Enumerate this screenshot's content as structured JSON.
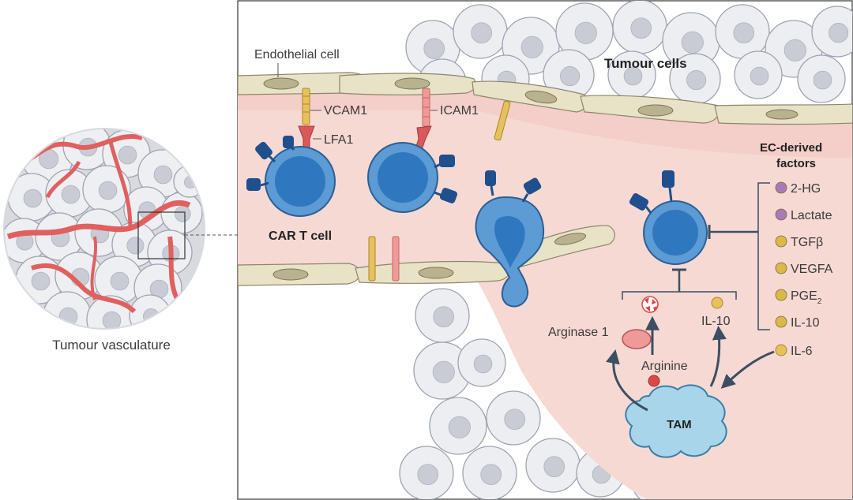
{
  "labels": {
    "tumour_vasculature": "Tumour vasculature",
    "endothelial_cell": "Endothelial cell",
    "tumour_cells": "Tumour cells",
    "vcam1": "VCAM1",
    "lfa1": "LFA1",
    "icam1": "ICAM1",
    "car_t_cell": "CAR T cell",
    "ec_derived_line1": "EC-derived",
    "ec_derived_line2": "factors",
    "arginase1": "Arginase 1",
    "arginine": "Arginine",
    "il10_tam": "IL-10",
    "il6": "IL-6",
    "tam": "TAM"
  },
  "factors": [
    {
      "label": "2-HG",
      "color": "#a77bb8"
    },
    {
      "label": "Lactate",
      "color": "#a77bb8"
    },
    {
      "label": "TGFβ",
      "color": "#d9b94a"
    },
    {
      "label": "VEGFA",
      "color": "#d9b94a"
    },
    {
      "label": "PGE",
      "sub": "2",
      "color": "#d9b94a"
    },
    {
      "label": "IL-10",
      "color": "#d9b94a"
    }
  ],
  "colors": {
    "vessel_fill": "#f7d9d4",
    "vessel_wall": "#e8e3c6",
    "tcell_outer": "#5c9bd3",
    "tcell_inner": "#2f78bf",
    "receptor": "#1f4f8c",
    "vcam_stalk": "#d9b14a",
    "ligand_red": "#d9595a",
    "tumour_cell": "#e7e8ec",
    "tam": "#a9d5ea",
    "arrow": "#3c4f62"
  }
}
